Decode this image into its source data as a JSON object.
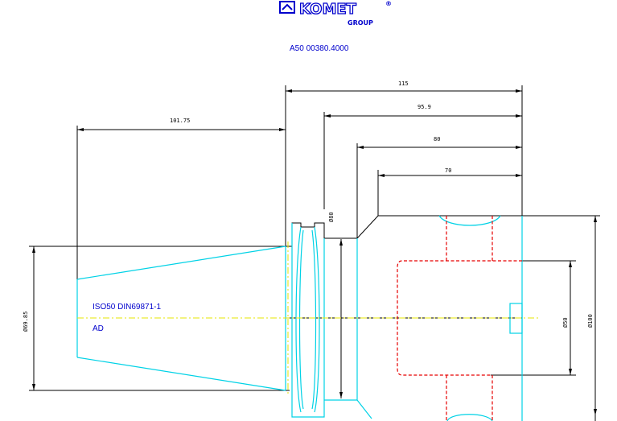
{
  "logo": {
    "brand": "KOMET",
    "group": "GROUP",
    "registered": "®"
  },
  "part_number": "A50 00380.4000",
  "labels": {
    "taper": "ISO50 DIN69871-1",
    "form": "AD"
  },
  "dimensions": {
    "total_length": "115",
    "length_95_9": "95.9",
    "length_80": "80",
    "length_70": "70",
    "length_101_75": "101.75",
    "dia_flange": "Ø80",
    "dia_taper": "Ø69.85",
    "dia_bore": "Ø50",
    "dia_body": "Ø100"
  },
  "colors": {
    "outline": "#000000",
    "contour": "#00d2e6",
    "hidden": "#e60000",
    "centerline": "#e6e600",
    "text": "#0000cc"
  }
}
